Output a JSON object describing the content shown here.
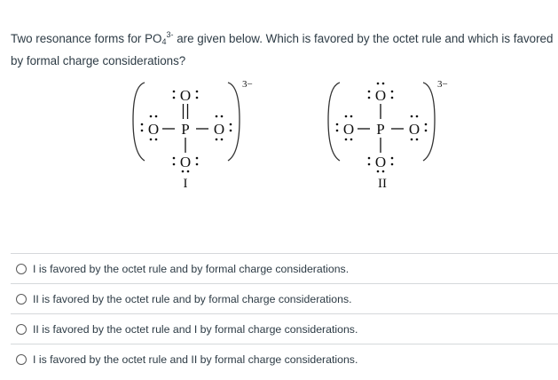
{
  "question": {
    "prefix": "Two resonance forms for PO",
    "subscript": "4",
    "superscript": "3-",
    "suffix": " are given below. Which is favored by the octet rule and which is favored by formal charge considerations?"
  },
  "structures": [
    {
      "label": "I",
      "charge": "3−",
      "central_atom": "P",
      "top_bond": "double",
      "left_bond": "single",
      "right_bond": "single",
      "bottom_bond": "single"
    },
    {
      "label": "II",
      "charge": "3−",
      "central_atom": "P",
      "top_bond": "single",
      "left_bond": "single",
      "right_bond": "single",
      "bottom_bond": "single"
    }
  ],
  "answers": [
    {
      "id": "a",
      "label": "I is favored by the octet rule and by formal charge considerations.",
      "selected": false
    },
    {
      "id": "b",
      "label": "II is favored by the octet rule and by formal charge considerations.",
      "selected": false
    },
    {
      "id": "c",
      "label": "II is favored by the octet rule and I by formal charge considerations.",
      "selected": false
    },
    {
      "id": "d",
      "label": "I is favored by the octet rule and II by formal charge considerations.",
      "selected": false
    }
  ]
}
